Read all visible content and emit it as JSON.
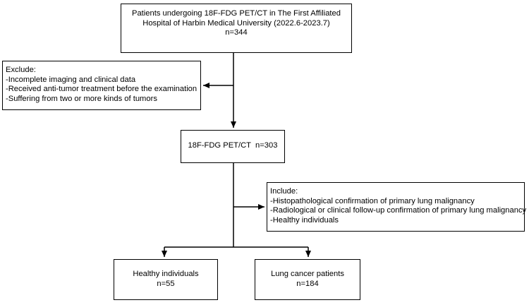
{
  "nodes": {
    "source": {
      "lines": [
        "Patients undergoing 18F-FDG PET/CT in The First Affiliated",
        "Hospital of Harbin Medical University (2022.6-2023.7)",
        "n=344"
      ]
    },
    "exclude": {
      "lines": [
        "Exclude:",
        "-Incomplete imaging and clinical data",
        "-Received anti-tumor treatment before the examination",
        "-Suffering from two or more kinds of tumors"
      ]
    },
    "pet": {
      "lines": [
        "18F-FDG PET/CT  n=303"
      ]
    },
    "include": {
      "lines": [
        "Include:",
        "-Histopathological confirmation of primary lung malignancy",
        "-Radiological or clinical follow-up confirmation of primary lung malignancy",
        "-Healthy individuals"
      ]
    },
    "healthy": {
      "lines": [
        "Healthy individuals",
        "n=55"
      ]
    },
    "cancer": {
      "lines": [
        "Lung cancer patients",
        "n=184"
      ]
    }
  },
  "edges": [
    {
      "from": "source",
      "to": "pet",
      "kind": "flow"
    },
    {
      "from": "source",
      "to": "exclude",
      "kind": "side-branch"
    },
    {
      "from": "pet",
      "to": "include",
      "kind": "side-branch"
    },
    {
      "from": "pet",
      "to": "healthy",
      "kind": "split"
    },
    {
      "from": "pet",
      "to": "cancer",
      "kind": "split"
    }
  ],
  "colors": {
    "line": "#000000",
    "box_border": "#000000",
    "background": "#ffffff"
  }
}
